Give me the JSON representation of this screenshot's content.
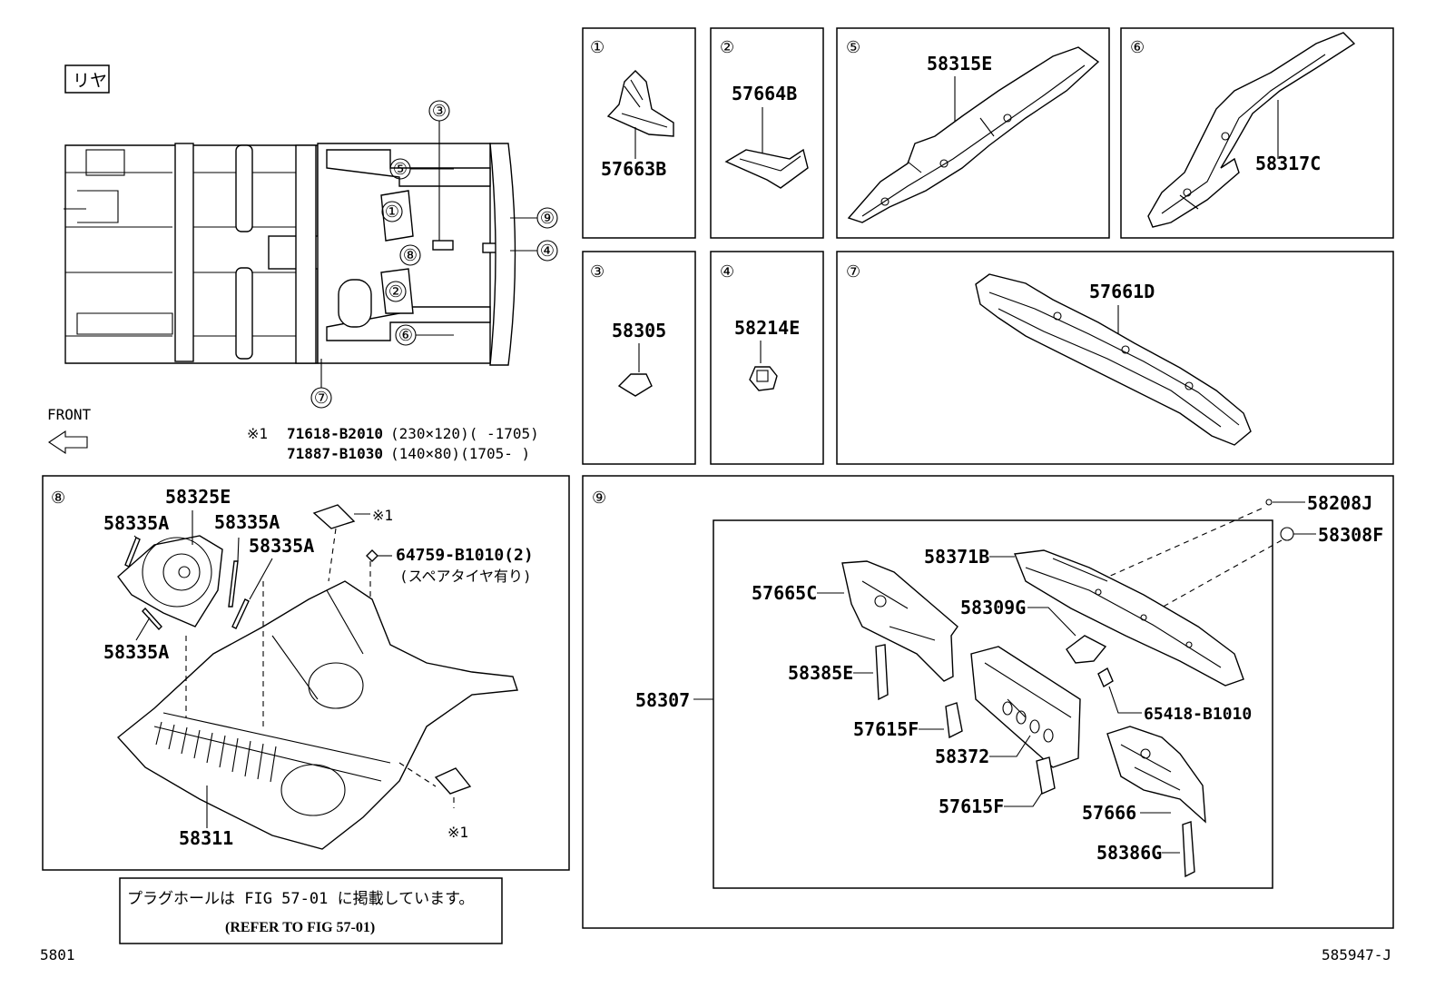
{
  "overview": {
    "direction_label": "リヤ",
    "front_label": "FRONT",
    "callouts": [
      "①",
      "②",
      "③",
      "④",
      "⑤",
      "⑥",
      "⑦",
      "⑧",
      "⑨"
    ],
    "note_mark": "※1",
    "note_line1_part": "71618-B2010",
    "note_line1_spec": "(230×120)(      -1705)",
    "note_line2_part": "71887-B1030",
    "note_line2_spec": "(140×80)(1705-      )"
  },
  "panels": {
    "p1": {
      "num": "①",
      "part": "57663B"
    },
    "p2": {
      "num": "②",
      "part": "57664B"
    },
    "p3": {
      "num": "③",
      "part": "58305"
    },
    "p4": {
      "num": "④",
      "part": "58214E"
    },
    "p5": {
      "num": "⑤",
      "part": "58315E"
    },
    "p6": {
      "num": "⑥",
      "part": "58317C"
    },
    "p7": {
      "num": "⑦",
      "part": "57661D"
    },
    "p8": {
      "num": "⑧",
      "parts": {
        "a1": "58335A",
        "b": "58325E",
        "a2": "58335A",
        "a3": "58335A",
        "a4": "58335A",
        "clip": "64759-B1010(2)",
        "clip_note": "(スペアタイヤ有り)",
        "mark1": "※1",
        "mark2": "※1",
        "floor": "58311"
      }
    },
    "p9": {
      "num": "⑨",
      "parts": {
        "assy": "58307",
        "j": "58208J",
        "f": "58308F",
        "b": "58371B",
        "c": "57665C",
        "g": "58309G",
        "e": "58385E",
        "bolt": "65418-B1010",
        "f1": "57615F",
        "p372": "58372",
        "f2": "57615F",
        "p666": "57666",
        "g2": "58386G"
      }
    }
  },
  "refer_note": {
    "line1": "プラグホールは FIG 57-01 に掲載しています。",
    "line2": "(REFER TO FIG 57-01)"
  },
  "footer": {
    "left_code": "5801",
    "right_code": "585947-J"
  }
}
